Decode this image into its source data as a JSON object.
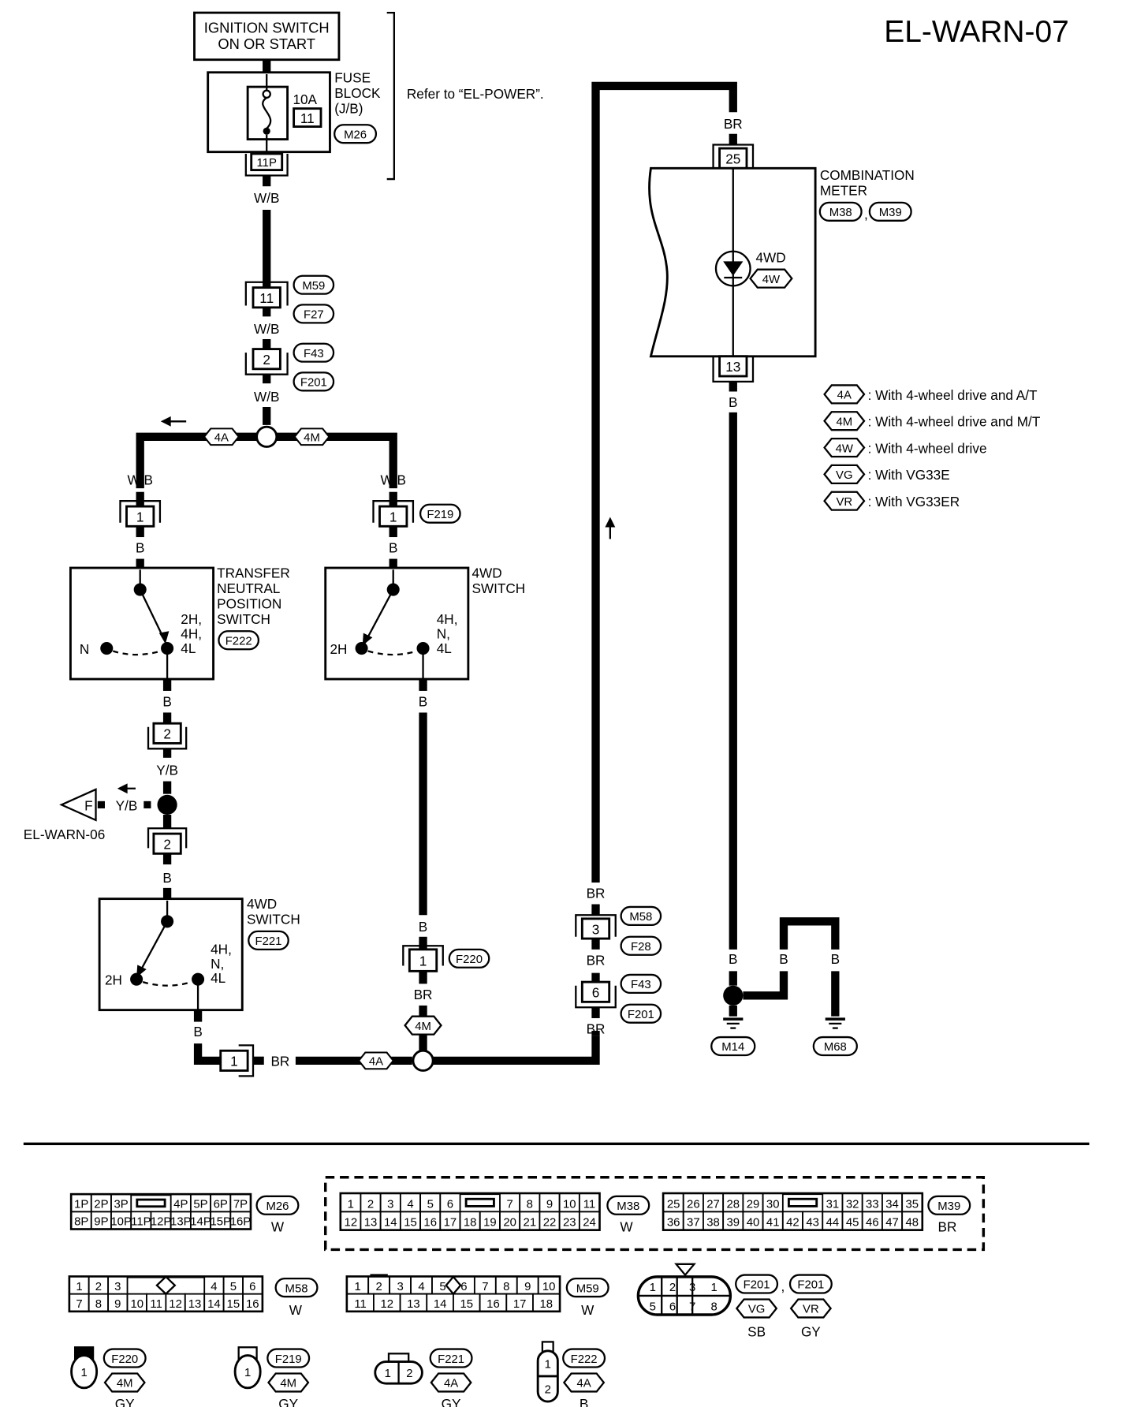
{
  "page": {
    "id": "EL-WARN-07"
  },
  "power": {
    "ignition_line1": "IGNITION SWITCH",
    "ignition_line2": "ON OR START",
    "fuse_amp": "10A",
    "fuse_number": "11",
    "fuse_block_line1": "FUSE",
    "fuse_block_line2": "BLOCK",
    "fuse_block_line3": "(J/B)",
    "fuse_block_connector": "M26",
    "fuse_block_terminal": "11P",
    "refer_note": "Refer to “EL-POWER”."
  },
  "wires": {
    "wb": "W/B",
    "b": "B",
    "yb": "Y/B",
    "br": "BR"
  },
  "connectors": {
    "m59_f27_pin": "11",
    "m59": "M59",
    "f27": "F27",
    "f43_f201_pin": "2",
    "f43": "F43",
    "f201": "F201",
    "left_pin1": "1",
    "right_pin1": "1",
    "f219": "F219",
    "tnps_out_pin": "2",
    "tnps_in_pin": "2",
    "f220_pin": "1",
    "f220": "F220",
    "m58_f28_pin": "3",
    "m58": "M58",
    "f28": "F28",
    "f43b_pin": "6",
    "f43b": "F43",
    "f201b": "F201",
    "bottom_pin": "1",
    "meter_pin_top": "25",
    "meter_pin_bottom": "13",
    "ground1": "M14",
    "ground2": "M68"
  },
  "components": {
    "tnps_line1": "TRANSFER",
    "tnps_line2": "NEUTRAL",
    "tnps_line3": "POSITION",
    "tnps_line4": "SWITCH",
    "tnps_connector": "F222",
    "tnps_pos_n": "N",
    "tnps_pos_a": "2H,",
    "tnps_pos_b": "4H,",
    "tnps_pos_c": "4L",
    "sw1_line1": "4WD",
    "sw1_line2": "SWITCH",
    "sw1_pos_2h": "2H",
    "sw1_pos_a": "4H,",
    "sw1_pos_b": "N,",
    "sw1_pos_c": "4L",
    "sw2_line1": "4WD",
    "sw2_line2": "SWITCH",
    "sw2_connector": "F221",
    "sw2_pos_2h": "2H",
    "sw2_pos_a": "4H,",
    "sw2_pos_b": "N,",
    "sw2_pos_c": "4L",
    "meter_line1": "COMBINATION",
    "meter_line2": "METER",
    "meter_conn1": "M38",
    "meter_conn2": "M39",
    "meter_comma": ",",
    "lamp_label": "4WD",
    "lamp_option": "4W"
  },
  "options": {
    "split_left": "4A",
    "split_right": "4M",
    "f220_option": "4M",
    "bottom_option": "4A"
  },
  "offpage": {
    "letter": "F",
    "wire": "Y/B",
    "ref": "EL-WARN-06"
  },
  "legend": [
    {
      "code": "4A",
      "text": ": With 4-wheel drive and A/T"
    },
    {
      "code": "4M",
      "text": ": With 4-wheel drive and M/T"
    },
    {
      "code": "4W",
      "text": ": With 4-wheel drive"
    },
    {
      "code": "VG",
      "text": ": With VG33E"
    },
    {
      "code": "VR",
      "text": ": With VG33ER"
    }
  ],
  "connector_views": {
    "m26": {
      "id": "M26",
      "color": "W",
      "top": [
        "1P",
        "2P",
        "3P",
        "",
        "4P",
        "5P",
        "6P",
        "7P"
      ],
      "bottom": [
        "8P",
        "9P",
        "10P",
        "11P",
        "12P",
        "13P",
        "14P",
        "15P",
        "16P"
      ]
    },
    "m38": {
      "id": "M38",
      "color": "W",
      "top": [
        "1",
        "2",
        "3",
        "4",
        "5",
        "6",
        "",
        "7",
        "8",
        "9",
        "10",
        "11"
      ],
      "bottom": [
        "12",
        "13",
        "14",
        "15",
        "16",
        "17",
        "18",
        "19",
        "20",
        "21",
        "22",
        "23",
        "24"
      ]
    },
    "m39": {
      "id": "M39",
      "color": "BR",
      "top": [
        "25",
        "26",
        "27",
        "28",
        "29",
        "30",
        "",
        "31",
        "32",
        "33",
        "34",
        "35"
      ],
      "bottom": [
        "36",
        "37",
        "38",
        "39",
        "40",
        "41",
        "42",
        "43",
        "44",
        "45",
        "46",
        "47",
        "48"
      ]
    },
    "m58": {
      "id": "M58",
      "color": "W",
      "top": [
        "1",
        "2",
        "3",
        "",
        "4",
        "5",
        "6"
      ],
      "bottom": [
        "7",
        "8",
        "9",
        "10",
        "11",
        "12",
        "13",
        "14",
        "15",
        "16"
      ]
    },
    "m59": {
      "id": "M59",
      "color": "W",
      "top": [
        "1",
        "2",
        "3",
        "4",
        "5",
        "6",
        "7",
        "8",
        "9",
        "10"
      ],
      "bottom": [
        "11",
        "12",
        "13",
        "14",
        "15",
        "16",
        "17",
        "18"
      ]
    },
    "f201": {
      "id": "F201",
      "top": [
        "1",
        "2",
        "3",
        "1"
      ],
      "bottom": [
        "5",
        "6",
        "7",
        "8"
      ],
      "variants": [
        {
          "option": "VG",
          "color": "SB"
        },
        {
          "option": "VR",
          "color": "GY"
        }
      ],
      "comma": ","
    },
    "f220": {
      "id": "F220",
      "option": "4M",
      "color": "GY",
      "pins": [
        "1"
      ]
    },
    "f219": {
      "id": "F219",
      "option": "4M",
      "color": "GY",
      "pins": [
        "1"
      ]
    },
    "f221": {
      "id": "F221",
      "option": "4A",
      "color": "GY",
      "pins": [
        "1",
        "2"
      ]
    },
    "f222": {
      "id": "F222",
      "option": "4A",
      "color": "B",
      "pins": [
        "1",
        "2"
      ]
    }
  }
}
